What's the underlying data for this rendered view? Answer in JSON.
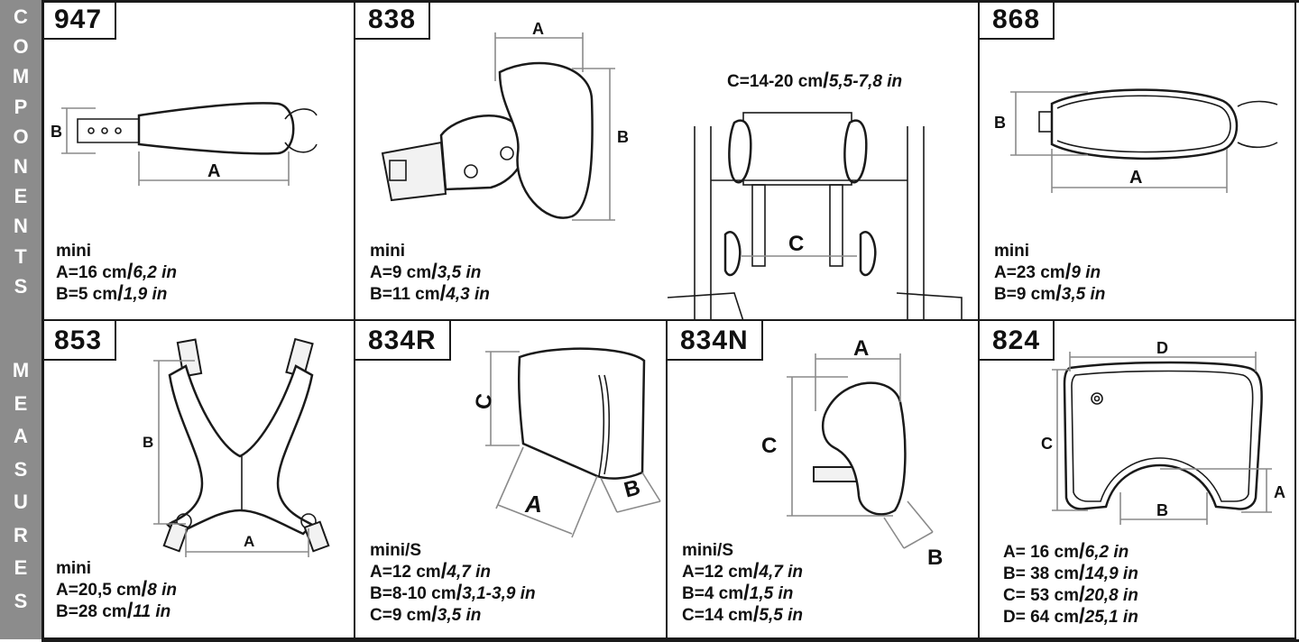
{
  "sidebar": {
    "top_letters": [
      "C",
      "O",
      "M",
      "P",
      "O",
      "N",
      "E",
      "N",
      "T",
      "S"
    ],
    "bottom_letters": [
      "M",
      "E",
      "A",
      "S",
      "U",
      "R",
      "E",
      "S"
    ],
    "background": "#8c8c8c"
  },
  "cells": [
    {
      "code": "947",
      "spec_lines": [
        {
          "text": "mini"
        },
        {
          "prefix": "A=16 cm",
          "imperial": "6,2 in"
        },
        {
          "prefix": "B=5 cm",
          "imperial": "1,9 in"
        }
      ],
      "diagram_labels": {
        "a": "A",
        "b": "B"
      }
    },
    {
      "code": "838",
      "spec_lines": [
        {
          "text": "mini"
        },
        {
          "prefix": "A=9 cm",
          "imperial": "3,5 in"
        },
        {
          "prefix": "B=11 cm",
          "imperial": "4,3 in"
        }
      ],
      "top_spec": {
        "prefix": "C=14-20 cm",
        "imperial": "5,5-7,8 in"
      },
      "diagram_labels": {
        "a": "A",
        "b": "B",
        "c": "C"
      }
    },
    {
      "code": "868",
      "spec_lines": [
        {
          "text": "mini"
        },
        {
          "prefix": "A=23 cm",
          "imperial": "9 in"
        },
        {
          "prefix": "B=9 cm",
          "imperial": "3,5 in"
        }
      ],
      "diagram_labels": {
        "a": "A",
        "b": "B"
      }
    },
    {
      "code": "853",
      "spec_lines": [
        {
          "text": "mini"
        },
        {
          "prefix": "A=20,5 cm",
          "imperial": "8 in"
        },
        {
          "prefix": "B=28 cm",
          "imperial": "11 in"
        }
      ],
      "diagram_labels": {
        "a": "A",
        "b": "B"
      }
    },
    {
      "code": "834R",
      "spec_lines": [
        {
          "text": "mini/S"
        },
        {
          "prefix": "A=12 cm",
          "imperial": "4,7 in"
        },
        {
          "prefix": "B=8-10 cm",
          "imperial": "3,1-3,9 in"
        },
        {
          "prefix": "C=9 cm",
          "imperial": "3,5 in"
        }
      ],
      "diagram_labels": {
        "a": "A",
        "b": "B",
        "c": "C"
      }
    },
    {
      "code": "834N",
      "spec_lines": [
        {
          "text": "mini/S"
        },
        {
          "prefix": "A=12 cm",
          "imperial": "4,7 in"
        },
        {
          "prefix": "B=4 cm",
          "imperial": "1,5 in"
        },
        {
          "prefix": "C=14 cm",
          "imperial": "5,5 in"
        }
      ],
      "diagram_labels": {
        "a": "A",
        "b": "B",
        "c": "C"
      }
    },
    {
      "code": "824",
      "spec_lines": [
        {
          "prefix": "A= 16 cm",
          "imperial": "6,2 in"
        },
        {
          "prefix": "B= 38 cm",
          "imperial": "14,9 in"
        },
        {
          "prefix": "C= 53 cm",
          "imperial": "20,8 in"
        },
        {
          "prefix": "D= 64 cm",
          "imperial": "25,1 in"
        }
      ],
      "diagram_labels": {
        "a": "A",
        "b": "B",
        "c": "C",
        "d": "D"
      }
    }
  ],
  "separator": "/"
}
